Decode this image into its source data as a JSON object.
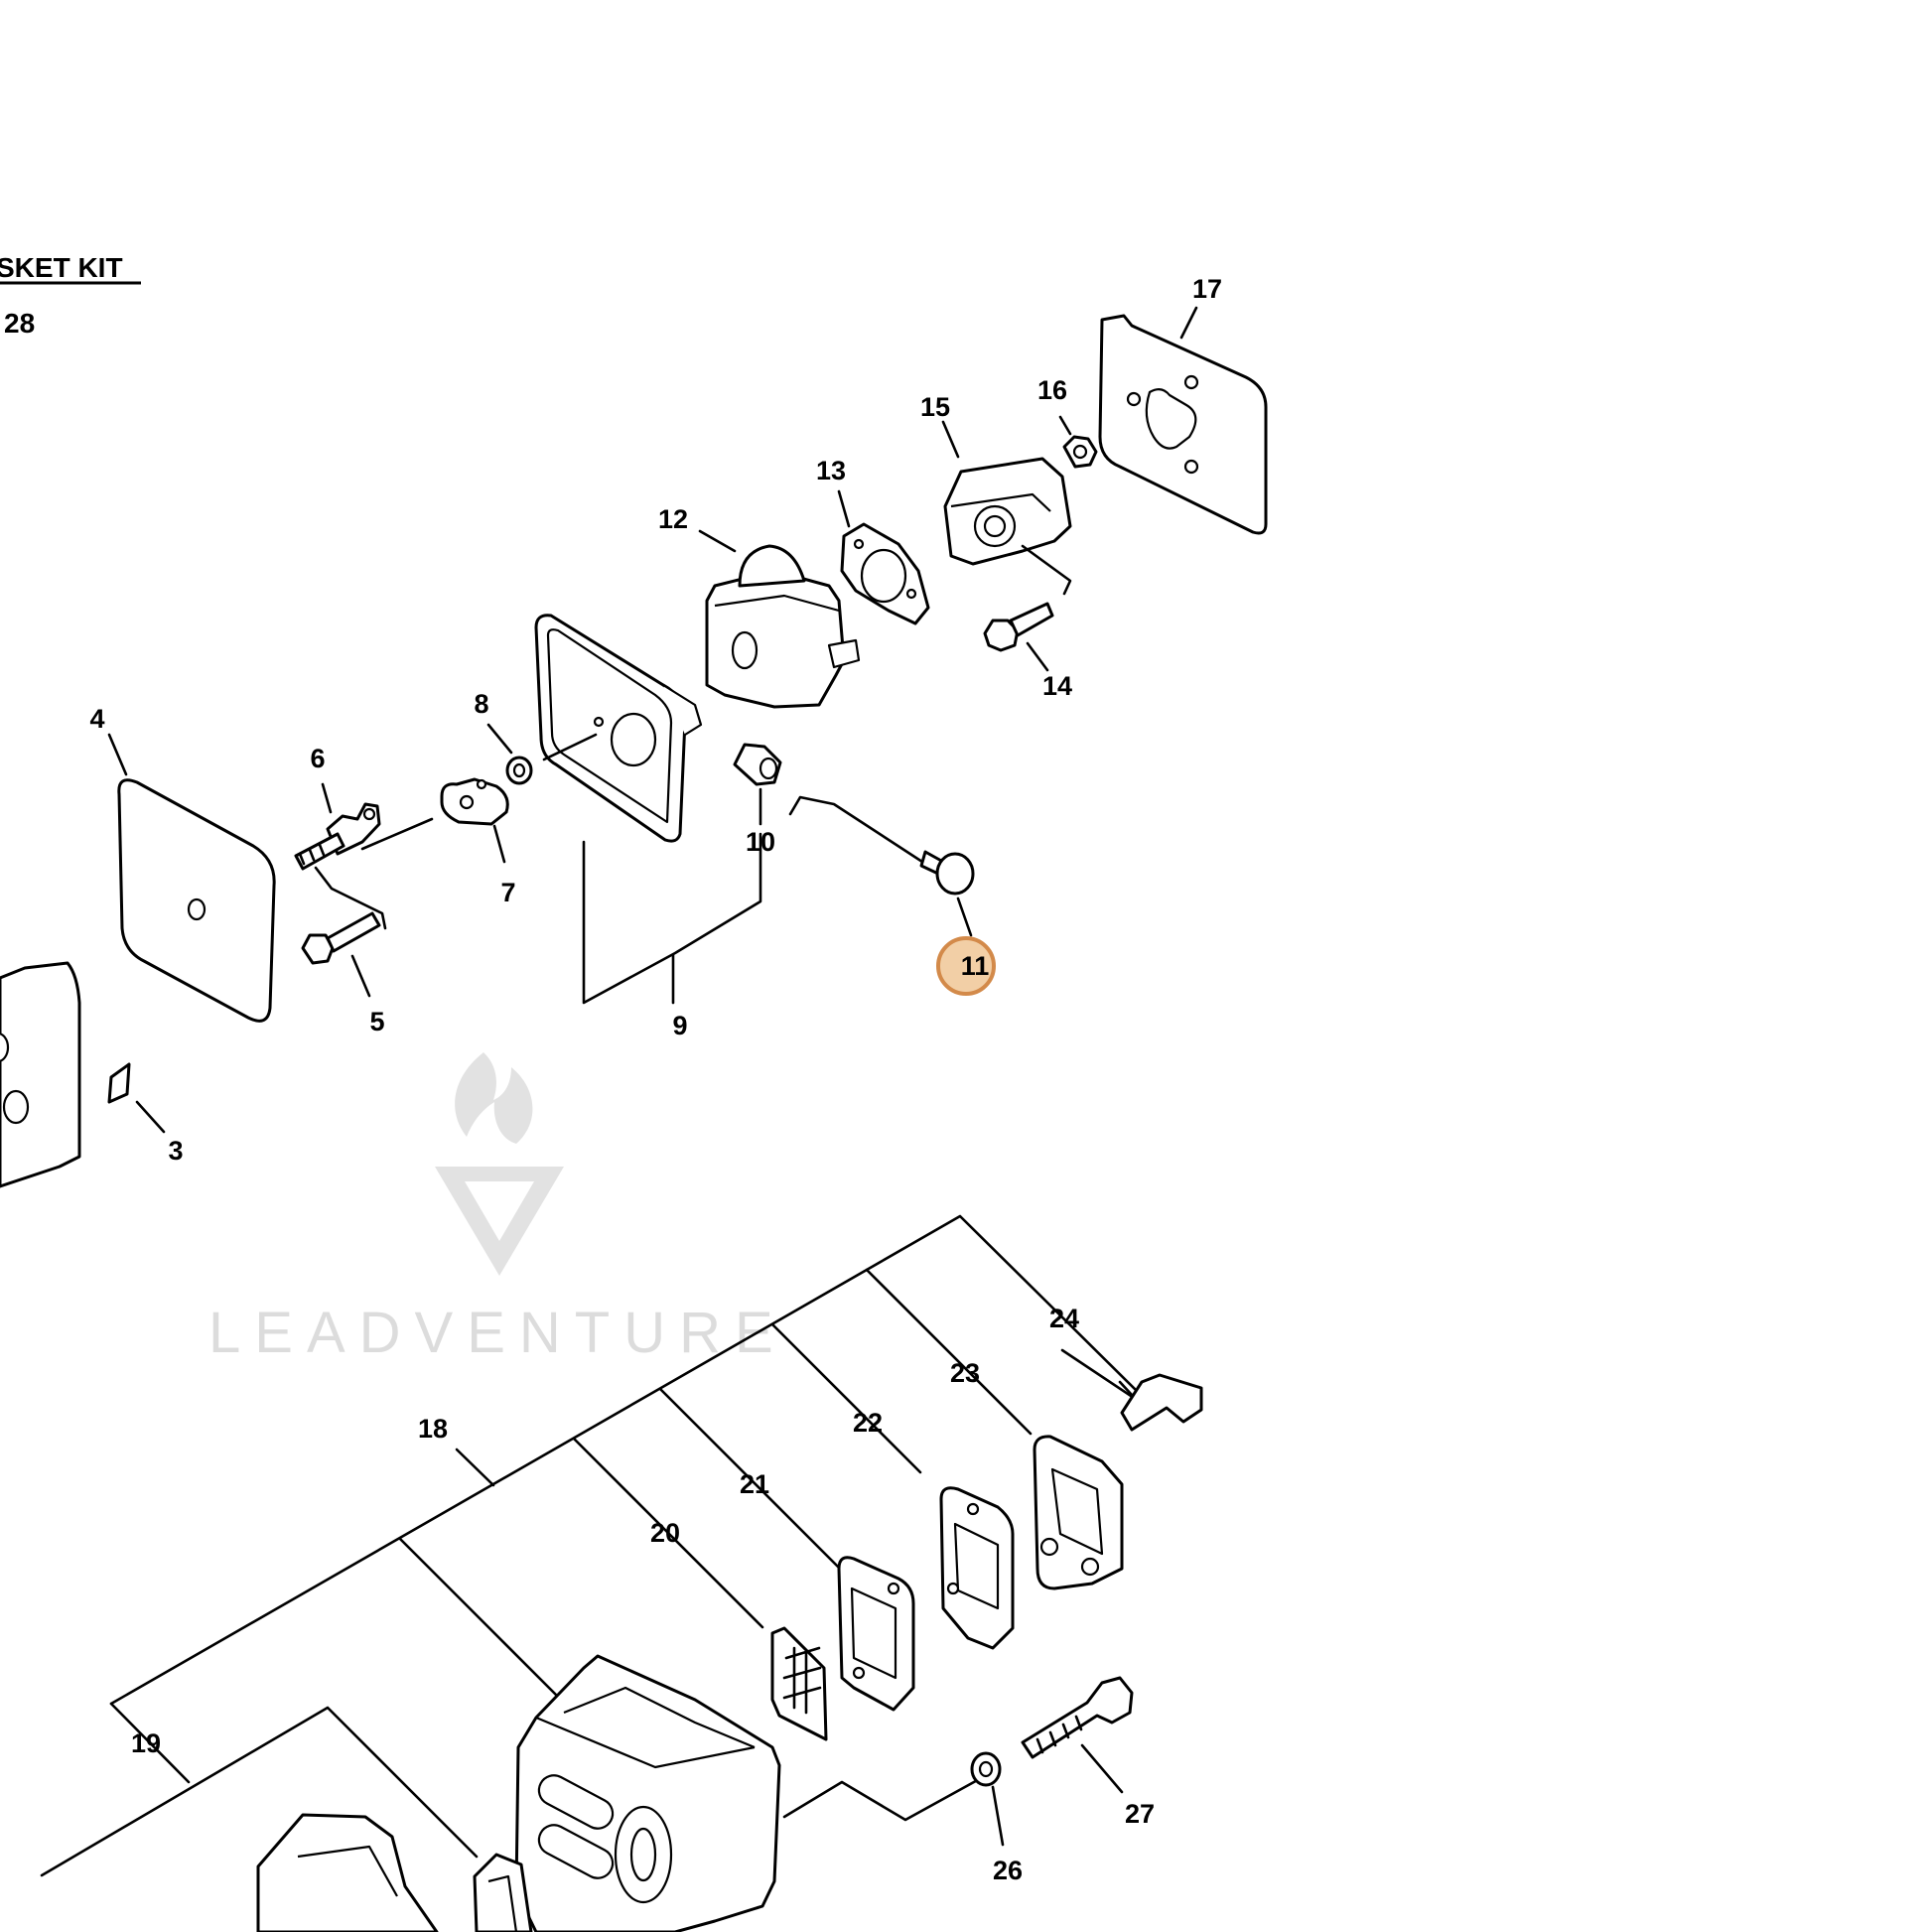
{
  "kit_header": {
    "title": "SKET KIT",
    "item": "28"
  },
  "watermark": {
    "text": "LEADVENTURE"
  },
  "highlighted_callout": "11",
  "highlight_color": "#f2cfa6",
  "highlight_border_color": "#d38a4a",
  "callouts": {
    "c3": "3",
    "c4": "4",
    "c5": "5",
    "c6": "6",
    "c7": "7",
    "c8": "8",
    "c9": "9",
    "c10": "10",
    "c11": "11",
    "c12": "12",
    "c13": "13",
    "c14": "14",
    "c15": "15",
    "c16": "16",
    "c17": "17",
    "c18": "18",
    "c19": "19",
    "c20": "20",
    "c21": "21",
    "c22": "22",
    "c23": "23",
    "c24": "24",
    "c26": "26",
    "c27": "27"
  }
}
